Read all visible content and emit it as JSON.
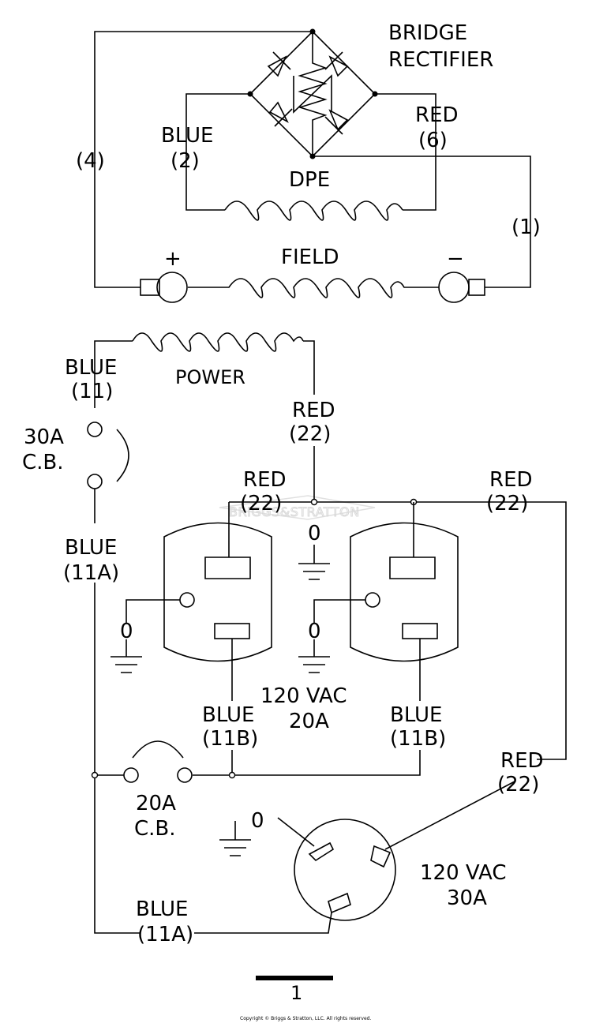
{
  "watermark": "BRIGGS&STRATTON",
  "copyright": "Copyright © Briggs & Stratton, LLC. All rights reserved.",
  "page_number": "1",
  "bridge": {
    "line1": "BRIDGE",
    "line2": "RECTIFIER"
  },
  "labels": {
    "blue": "BLUE",
    "red": "RED",
    "w2": "(2)",
    "w6": "(6)",
    "w4": "(4)",
    "w1": "(1)",
    "w11": "(11)",
    "w22": "(22)",
    "w11a": "(11A)",
    "w11b": "(11B)",
    "dpe": "DPE",
    "field": "FIELD",
    "power": "POWER",
    "plus": "+",
    "minus": "−",
    "cb30_a": "30A",
    "cb30_b": "C.B.",
    "cb20_a": "20A",
    "cb20_b": "C.B.",
    "ground": "0",
    "r_duplex_a": "120 VAC",
    "r_duplex_b": "20A",
    "r_twist_a": "120 VAC",
    "r_twist_b": "30A"
  }
}
